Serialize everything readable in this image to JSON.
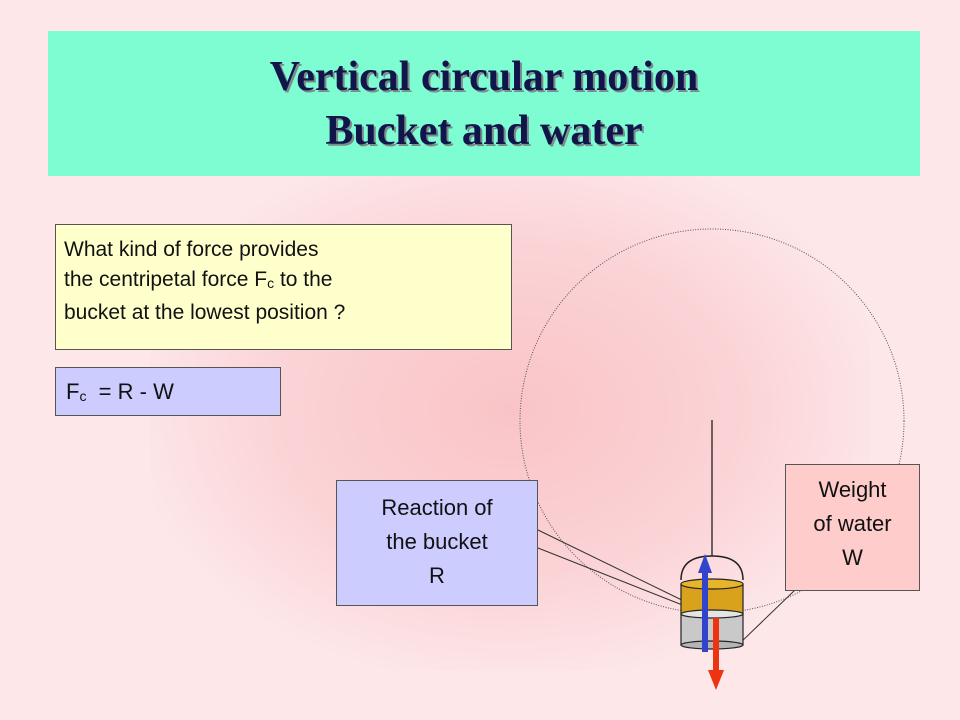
{
  "title": {
    "line1": "Vertical circular motion",
    "line2": "Bucket and water"
  },
  "question": {
    "line1": "What kind of force provides",
    "line2_prefix": "the centripetal force F",
    "line2_sub": "c",
    "line2_suffix": " to the",
    "line3": "bucket at the lowest position ?"
  },
  "formula": {
    "prefix": "F",
    "sub": "c",
    "rest": "  = R - W"
  },
  "reaction_label": {
    "line1": "Reaction of",
    "line2": "the bucket",
    "line3": "R"
  },
  "weight_label": {
    "line1": "Weight",
    "line2": "of water",
    "line3": "W"
  },
  "colors": {
    "title_bg": "#7ffdd2",
    "question_bg": "#ffffcc",
    "formula_bg": "#ccccff",
    "weight_bg": "#ffcccc",
    "reaction_arrow": "#3344cc",
    "weight_arrow": "#ee3311",
    "water": "#d9a21c"
  }
}
